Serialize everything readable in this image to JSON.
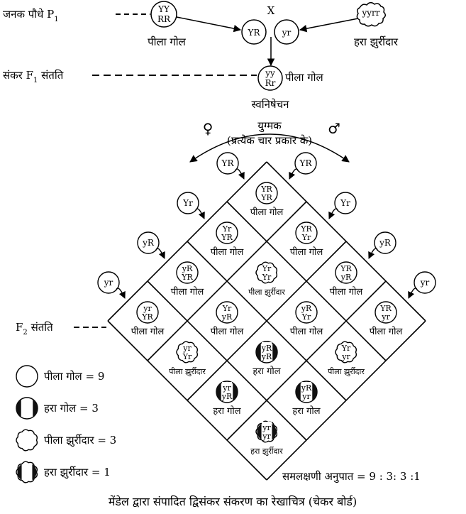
{
  "parents": {
    "p1_label": "जनक पौधे P",
    "p1_sub": "1",
    "cross": "X",
    "yellow_top": "YY",
    "yellow_bottom": "RR",
    "yellow_name": "पीला गोल",
    "green_genotype": "yyrr",
    "green_name": "हरा झुर्रीदार",
    "gamete_yellow": "YR",
    "gamete_green": "yr"
  },
  "f1": {
    "label": "संकर F",
    "sub": "1",
    "label_suffix": " संतति",
    "geno_top": "yy",
    "geno_bottom": "Rr",
    "pheno": "पीला गोल",
    "selfing": "स्वनिषेचन"
  },
  "gametes": {
    "female_symbol": "♀",
    "male_symbol": "♂",
    "line1": "युग्मक",
    "line2": "(प्रत्येक चार प्रकार के)",
    "left": [
      "YR",
      "Yr",
      "yR",
      "yr"
    ],
    "right": [
      "YR",
      "Yr",
      "yR",
      "yr"
    ]
  },
  "f2": {
    "label": "F",
    "sub": "2",
    "suffix": " संतति"
  },
  "grid": [
    [
      {
        "g1": "YR",
        "g2": "YR",
        "pheno": "पीला गोल",
        "shape": "round-yellow"
      },
      {
        "g1": "YR",
        "g2": "Yr",
        "pheno": "पीला गोल",
        "shape": "round-yellow"
      },
      {
        "g1": "YR",
        "g2": "yR",
        "pheno": "पीला गोल",
        "shape": "round-yellow"
      },
      {
        "g1": "YR",
        "g2": "yr",
        "pheno": "पीला गोल",
        "shape": "round-yellow"
      }
    ],
    [
      {
        "g1": "Yr",
        "g2": "YR",
        "pheno": "पीला गोल",
        "shape": "round-yellow"
      },
      {
        "g1": "Yr",
        "g2": "Yr",
        "pheno": "पीला झुर्रीदार",
        "shape": "wrinkled-yellow"
      },
      {
        "g1": "yR",
        "g2": "Yr",
        "pheno": "पीला गोल",
        "shape": "round-yellow"
      },
      {
        "g1": "Yr",
        "g2": "yr",
        "pheno": "पीला झुर्रीदार",
        "shape": "wrinkled-yellow"
      }
    ],
    [
      {
        "g1": "yR",
        "g2": "YR",
        "pheno": "पीला गोल",
        "shape": "round-yellow"
      },
      {
        "g1": "Yr",
        "g2": "yR",
        "pheno": "पीला गोल",
        "shape": "round-yellow"
      },
      {
        "g1": "yR",
        "g2": "yR",
        "pheno": "हरा गोल",
        "shape": "round-green"
      },
      {
        "g1": "yR",
        "g2": "yr",
        "pheno": "हरा गोल",
        "shape": "round-green"
      }
    ],
    [
      {
        "g1": "yr",
        "g2": "YR",
        "pheno": "पीला गोल",
        "shape": "round-yellow"
      },
      {
        "g1": "yr",
        "g2": "Yr",
        "pheno": "पीला झुर्रीदार",
        "shape": "wrinkled-yellow"
      },
      {
        "g1": "yr",
        "g2": "yR",
        "pheno": "हरा गोल",
        "shape": "round-green"
      },
      {
        "g1": "yr",
        "g2": "yr",
        "pheno": "हरा झुर्रीदार",
        "shape": "wrinkled-green"
      }
    ]
  ],
  "legend": [
    {
      "shape": "round-yellow",
      "text": "पीला गोल = 9"
    },
    {
      "shape": "round-green",
      "text": "हरा गोल = 3"
    },
    {
      "shape": "wrinkled-yellow",
      "text": "पीला झुर्रीदार = 3"
    },
    {
      "shape": "wrinkled-green",
      "text": "हरा झुर्रीदार = 1"
    }
  ],
  "ratio": "समलक्षणी अनुपात = 9 : 3: 3 :1",
  "caption": "मेंडेल द्वारा संपादित द्विसंकर संकरण का रेखाचित्र (चेकर बोर्ड)"
}
